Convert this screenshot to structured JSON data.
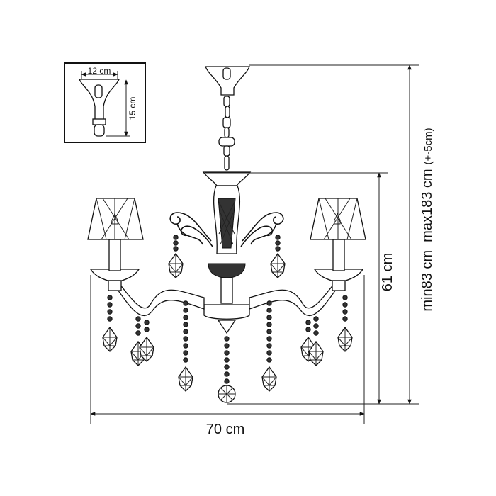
{
  "inset": {
    "width_label": "12 cm",
    "height_label": "15 cm"
  },
  "dimensions": {
    "width_label": "70 cm",
    "body_height_label": "61 cm",
    "total_height_label": "min83 cm  max183 cm",
    "total_height_extra": "(+-5cm)"
  }
}
